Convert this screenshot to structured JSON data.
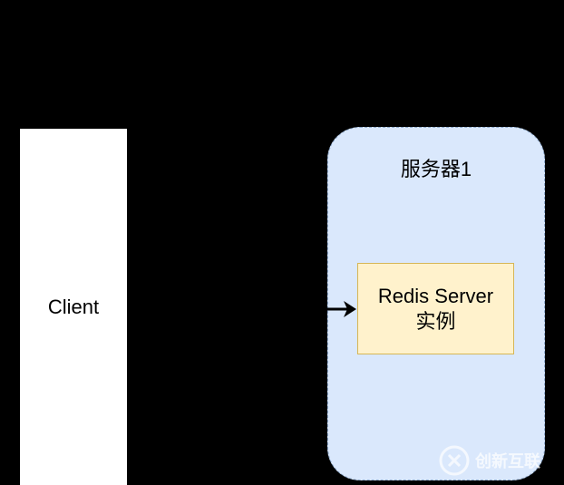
{
  "client": {
    "label": "Client"
  },
  "server_group": {
    "title": "服务器1"
  },
  "redis_node": {
    "line1": "Redis Server",
    "line2": "实例"
  },
  "watermark": {
    "text": "创新互联"
  },
  "colors": {
    "background": "#000000",
    "client_fill": "#ffffff",
    "group_fill": "#dae8fc",
    "group_border": "#8ea9cc",
    "node_fill": "#fff2cc",
    "node_border": "#d6b656"
  }
}
